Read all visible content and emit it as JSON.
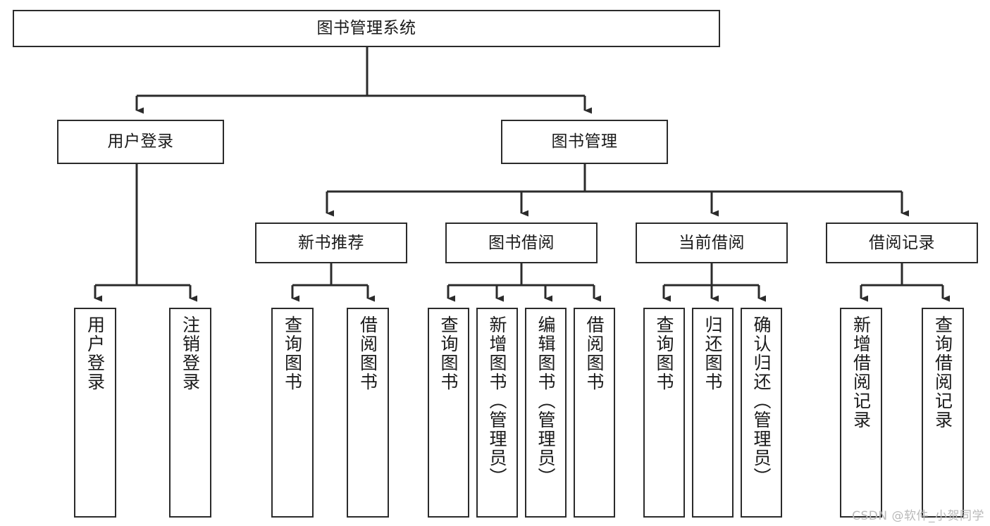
{
  "diagram": {
    "title": "图书管理系统",
    "type": "tree",
    "watermark": "CSDN @软件_小贺同学",
    "colors": {
      "stroke": "#2b2b2b",
      "fill": "#ffffff",
      "text": "#1a1a1a",
      "watermark": "#b9b9b9"
    },
    "levels": {
      "root": {
        "label": "图书管理系统"
      },
      "level2": [
        {
          "label": "用户登录"
        },
        {
          "label": "图书管理"
        }
      ],
      "level3": [
        {
          "label": "新书推荐"
        },
        {
          "label": "图书借阅"
        },
        {
          "label": "当前借阅"
        },
        {
          "label": "借阅记录"
        }
      ],
      "leaves": [
        {
          "label": "用户登录",
          "parent": "用户登录"
        },
        {
          "label": "注销登录",
          "parent": "用户登录"
        },
        {
          "label": "查询图书",
          "parent": "新书推荐"
        },
        {
          "label": "借阅图书",
          "parent": "新书推荐"
        },
        {
          "label": "查询图书",
          "parent": "图书借阅"
        },
        {
          "label": "新增图书（管理员）",
          "parent": "图书借阅"
        },
        {
          "label": "编辑图书（管理员）",
          "parent": "图书借阅"
        },
        {
          "label": "借阅图书",
          "parent": "图书借阅"
        },
        {
          "label": "查询图书",
          "parent": "当前借阅"
        },
        {
          "label": "归还图书",
          "parent": "当前借阅"
        },
        {
          "label": "确认归还（管理员）",
          "parent": "当前借阅"
        },
        {
          "label": "新增借阅记录",
          "parent": "借阅记录"
        },
        {
          "label": "查询借阅记录",
          "parent": "借阅记录"
        }
      ]
    }
  }
}
